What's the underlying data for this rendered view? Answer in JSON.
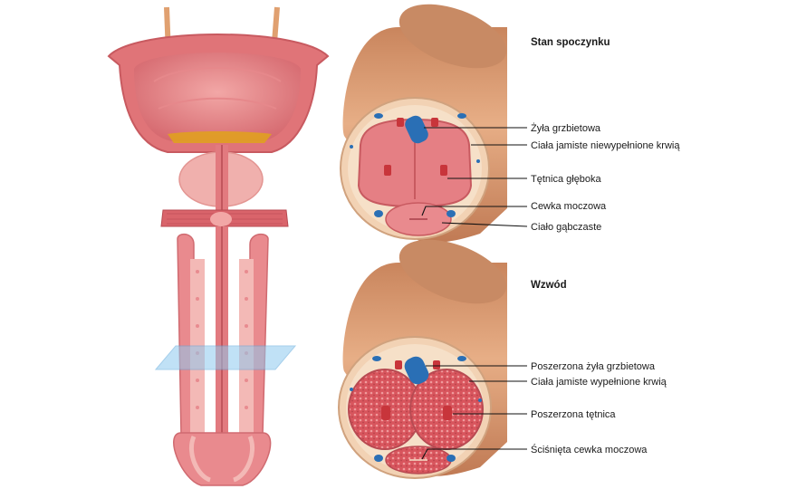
{
  "sections": [
    {
      "title": "Stan spoczynku",
      "labels": [
        "Żyła grzbietowa",
        "Ciała jamiste niewypełnione krwią",
        "Tętnica głęboka",
        "Cewka moczowa",
        "Ciało gąbczaste"
      ]
    },
    {
      "title": "Wzwód",
      "labels": [
        "Poszerzona żyła grzbietowa",
        "Ciała jamiste wypełnione krwią",
        "Poszerzona tętnica",
        "Ściśnięta cewka moczowa"
      ]
    }
  ],
  "colors": {
    "tissue_pink": "#e98a8e",
    "tissue_light": "#f4b8b5",
    "wall_red": "#d9646b",
    "skin": "#d89a72",
    "vein_blue": "#2a6fb5",
    "artery_red": "#c8353b",
    "urine": "#e0a020",
    "section_plane": "#8ec9ef"
  }
}
